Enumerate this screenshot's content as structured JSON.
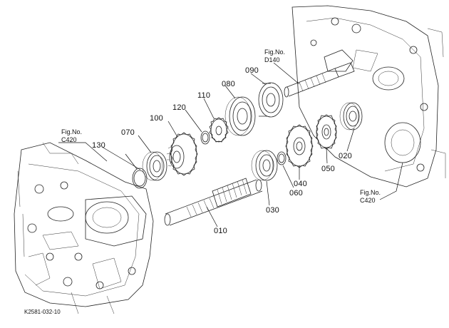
{
  "diagram": {
    "fig_refs": {
      "left": {
        "line1": "Fig.No.",
        "line2": "C420"
      },
      "top": {
        "line1": "Fig.No.",
        "line2": "D140"
      },
      "right": {
        "line1": "Fig.No.",
        "line2": "C420"
      }
    },
    "parts": [
      {
        "id": "p010",
        "label": "010"
      },
      {
        "id": "p020",
        "label": "020"
      },
      {
        "id": "p030",
        "label": "030"
      },
      {
        "id": "p040",
        "label": "040"
      },
      {
        "id": "p050",
        "label": "050"
      },
      {
        "id": "p060",
        "label": "060"
      },
      {
        "id": "p070",
        "label": "070"
      },
      {
        "id": "p080",
        "label": "080"
      },
      {
        "id": "p090",
        "label": "090"
      },
      {
        "id": "p100",
        "label": "100"
      },
      {
        "id": "p110",
        "label": "110"
      },
      {
        "id": "p120",
        "label": "120"
      },
      {
        "id": "p130",
        "label": "130"
      }
    ],
    "drawing_code": "K2581-032-10"
  }
}
